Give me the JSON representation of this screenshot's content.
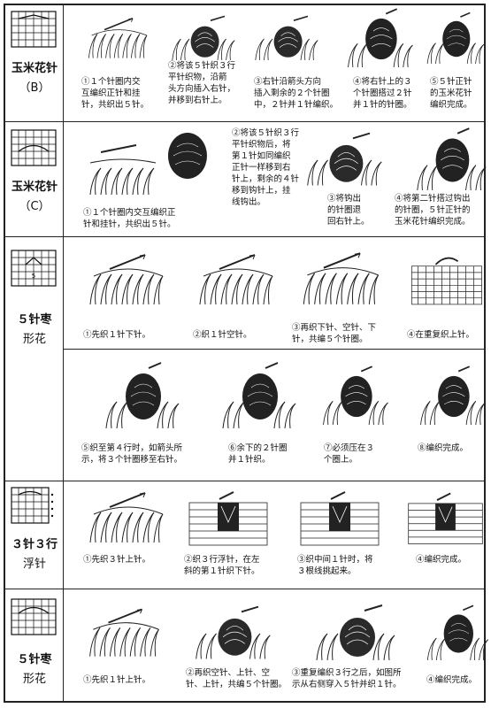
{
  "sections": [
    {
      "title": "玉米花针",
      "sub": "（B）",
      "captions": [
        [
          "①１个针圈内交",
          "互编织正针和挂",
          "针，共织出５针。"
        ],
        [
          "②将该５针织３行",
          "平针织物，沿箭",
          "头方向插入右针，",
          "并移到右针上。"
        ],
        [
          "③右针沿箭头方向",
          "插入剩余的２个针圈",
          "中，２针并１针编织。"
        ],
        [
          "④将右针上的３",
          "个针圈搭过２针",
          "并１针的针圈。"
        ],
        [
          "⑤５针正针",
          "的玉米花针",
          "编织完成。"
        ]
      ]
    },
    {
      "title": "玉米花针",
      "sub": "（C）",
      "captions": [
        [
          "①１个针圈内交互编织正",
          "针和挂针，共织出５针。"
        ],
        [
          "②将该５针织３行",
          "平针织物后，将",
          "第１针如同编织",
          "正针一样移到右",
          "针上，剩余的４针",
          "移到钩针上，挂",
          "线钩出。"
        ],
        [
          "③将钩出",
          "的针圈退",
          "回右针上。"
        ],
        [
          "④将第二针搭过钩出",
          "的针圈，５针正针的",
          "玉米花针编织完成。"
        ]
      ]
    },
    {
      "title": "５针枣",
      "sub": "形花",
      "captions": [
        [
          "①先织１针下针。"
        ],
        [
          "②织１针空针。"
        ],
        [
          "③再织下针、空针、下",
          "针，共编５个针圈。"
        ],
        [
          "④在重复织上针。"
        ],
        [
          "⑤织至第４行时，如箭头所",
          "示，将３个针圈移至右针。"
        ],
        [
          "⑥余下的２针圈",
          "并１针织。"
        ],
        [
          "⑦必须压在３",
          "个圈上。"
        ],
        [
          "⑧编织完成。"
        ]
      ]
    },
    {
      "title": "３针３行",
      "sub": "浮针",
      "captions": [
        [
          "①先织３针上针。"
        ],
        [
          "②织３行浮针，在左",
          "斜的第１针织下针。"
        ],
        [
          "③织中间１针时，将",
          "３根线挑起来。"
        ],
        [
          "④编织完成。"
        ]
      ]
    },
    {
      "title": "５针枣",
      "sub": "形花",
      "captions": [
        [
          "①先织１针上针。"
        ],
        [
          "②再织空针、上针、空",
          "针、上针，共编５个针圈。"
        ],
        [
          "③重复编织３行之后，如图所",
          "示从右侧穿入５针并织１针。"
        ],
        [
          "④编织完成。"
        ]
      ]
    }
  ]
}
